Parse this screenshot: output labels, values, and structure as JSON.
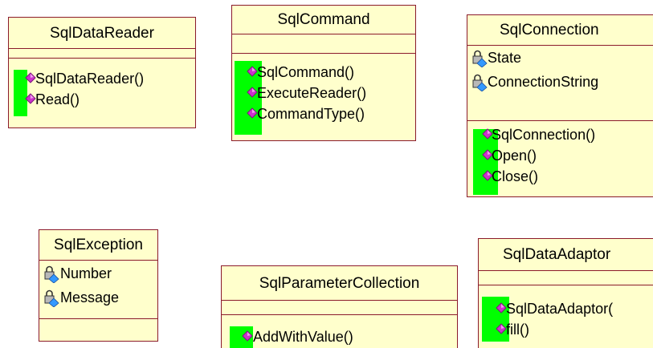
{
  "classes": {
    "sqldatareader": {
      "name": "SqlDataReader",
      "attributes": [],
      "operations": [
        "SqlDataReader()",
        "Read()"
      ]
    },
    "sqlcommand": {
      "name": "SqlCommand",
      "attributes": [],
      "operations": [
        "SqlCommand()",
        "ExecuteReader()",
        "CommandType()"
      ]
    },
    "sqlconnection": {
      "name": "SqlConnection",
      "attributes": [
        "State",
        "ConnectionString"
      ],
      "operations": [
        "SqlConnection()",
        "Open()",
        "Close()"
      ]
    },
    "sqlexception": {
      "name": "SqlException",
      "attributes": [
        "Number",
        "Message"
      ],
      "operations": []
    },
    "sqlparametercollection": {
      "name": "SqlParameterCollection",
      "attributes": [],
      "operations": [
        "AddWithValue()"
      ]
    },
    "sqldataadaptor": {
      "name": "SqlDataAdaptor",
      "attributes": [],
      "operations": [
        "SqlDataAdaptor(",
        "fill()"
      ]
    }
  },
  "icons": {
    "operation": "operation-diamond-icon",
    "attribute": "protected-attribute-lock-icon"
  },
  "colors": {
    "box_fill": "#ffffcc",
    "box_border": "#8b1a2b",
    "visibility_highlight": "#00ff00",
    "operation_icon": "#cc33cc",
    "attribute_icon": "#3399ff"
  }
}
